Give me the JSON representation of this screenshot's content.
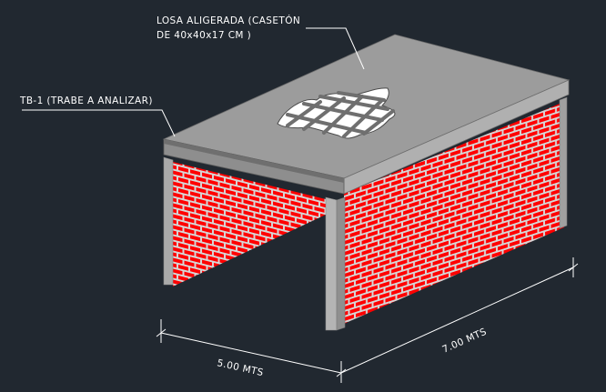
{
  "labels": {
    "slab_line1": "LOSA ALIGERADA (CASETÓN",
    "slab_line2": "DE 40x40x17 CM )",
    "beam": "TB-1 (TRABE A ANALIZAR)",
    "dim_front": "5.00 MTS",
    "dim_side": "7.00 MTS"
  },
  "colors": {
    "background": "#212830",
    "brick": "#ff0000",
    "mortar": "#d6d6d6",
    "slab_top": "#9c9c9c",
    "slab_edge": "#b0b0b0",
    "beam": "#737373",
    "column": "#aaaaaa",
    "dimension": "#ffffff"
  }
}
